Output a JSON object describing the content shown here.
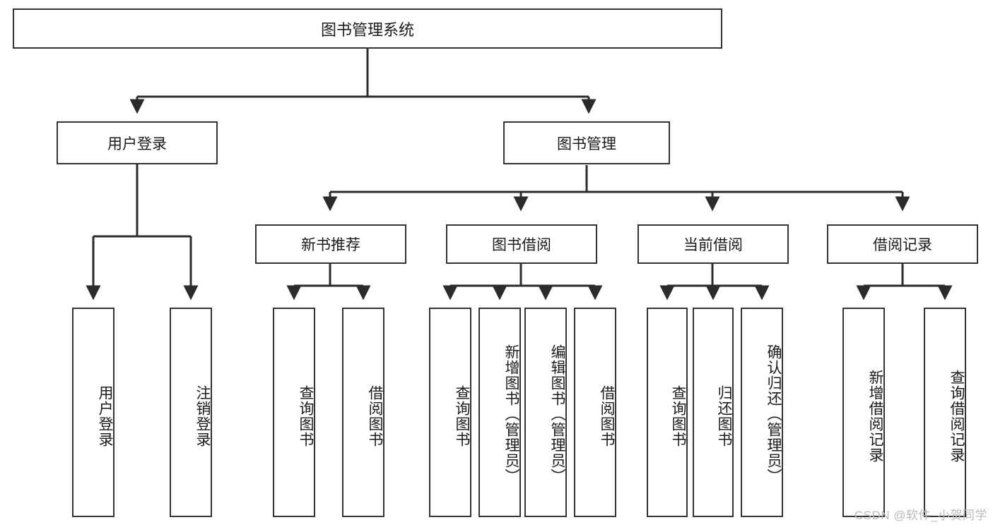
{
  "diagram": {
    "type": "tree-hierarchy",
    "title": "图书管理系统",
    "root": {
      "label": "图书管理系统"
    },
    "level2": [
      {
        "id": "user-login",
        "label": "用户登录"
      },
      {
        "id": "book-manage",
        "label": "图书管理"
      }
    ],
    "level3": [
      {
        "id": "new-book-recommend",
        "label": "新书推荐"
      },
      {
        "id": "book-borrow",
        "label": "图书借阅"
      },
      {
        "id": "current-borrow",
        "label": "当前借阅"
      },
      {
        "id": "borrow-record",
        "label": "借阅记录"
      }
    ],
    "leaves": {
      "user_login": [
        {
          "id": "leaf-user-login",
          "label": "用户登录"
        },
        {
          "id": "leaf-logout",
          "label": "注销登录"
        }
      ],
      "new_book_recommend": [
        {
          "id": "leaf-query-book-1",
          "label": "查询图书"
        },
        {
          "id": "leaf-borrow-book-1",
          "label": "借阅图书"
        }
      ],
      "book_borrow": [
        {
          "id": "leaf-query-book-2",
          "label": "查询图书"
        },
        {
          "id": "leaf-add-book",
          "label": "新增图书（管理员）"
        },
        {
          "id": "leaf-edit-book",
          "label": "编辑图书（管理员）"
        },
        {
          "id": "leaf-borrow-book-2",
          "label": "借阅图书"
        }
      ],
      "current_borrow": [
        {
          "id": "leaf-query-book-3",
          "label": "查询图书"
        },
        {
          "id": "leaf-return-book",
          "label": "归还图书"
        },
        {
          "id": "leaf-confirm-return",
          "label": "确认归还（管理员）"
        }
      ],
      "borrow_record": [
        {
          "id": "leaf-add-record",
          "label": "新增借阅记录"
        },
        {
          "id": "leaf-query-record",
          "label": "查询借阅记录"
        }
      ]
    }
  },
  "watermark": {
    "text": "CSDN @软件_小贺同学"
  },
  "colors": {
    "box_border": "#333333",
    "box_fill": "#ffffff",
    "line": "#2b2b2b",
    "text": "#1a1a1a",
    "watermark": "#b9b9b9"
  }
}
